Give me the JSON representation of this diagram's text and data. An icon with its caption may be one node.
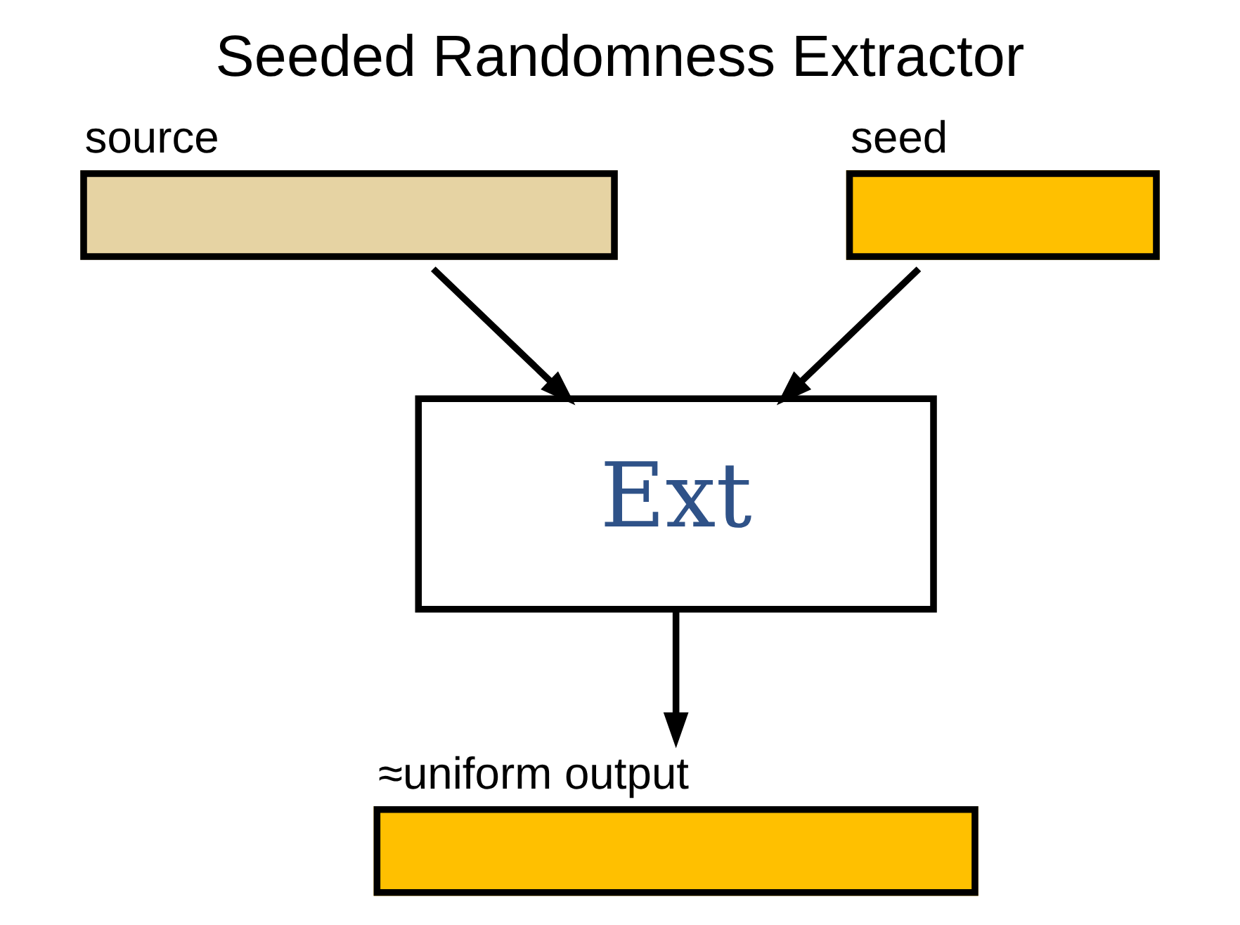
{
  "diagram": {
    "title": "Seeded Randomness Extractor",
    "nodes": [
      {
        "text": [
          "source"
        ]
      },
      {
        "text": [
          "seed"
        ]
      },
      {
        "text": [
          "Ext"
        ]
      },
      {
        "text": [
          "≈uniform output"
        ]
      }
    ],
    "edges": [
      {
        "from": 0,
        "to": 2,
        "arrow": "to"
      },
      {
        "from": 1,
        "to": 2,
        "arrow": "to"
      },
      {
        "from": 2,
        "to": 3,
        "arrow": "to"
      }
    ]
  }
}
